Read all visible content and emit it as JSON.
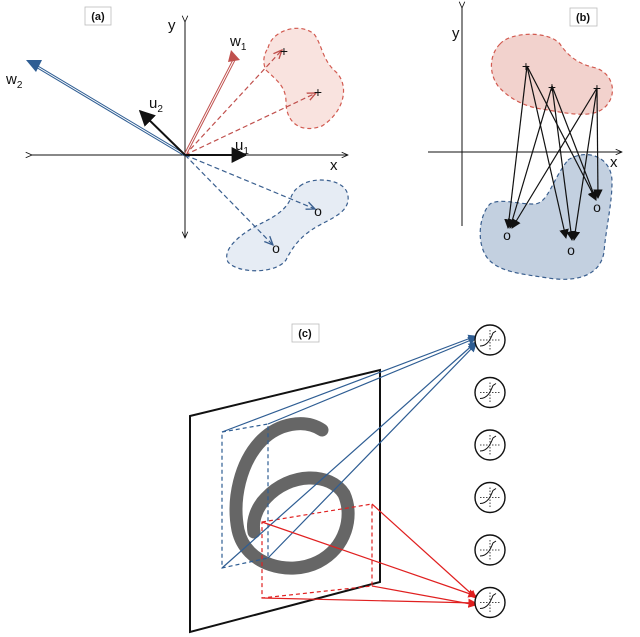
{
  "panel_a": {
    "tag": "(a)",
    "axis_x": "x",
    "axis_y": "y",
    "w1": "w",
    "w1_sub": "1",
    "w2": "w",
    "w2_sub": "2",
    "u1": "u",
    "u1_sub": "1",
    "u2": "u",
    "u2_sub": "2",
    "plus_markers": [
      "+",
      "+"
    ],
    "o_markers": [
      "o",
      "o"
    ]
  },
  "panel_b": {
    "tag": "(b)",
    "axis_x": "x",
    "axis_y": "y",
    "plus_markers": [
      "+",
      "+",
      "+"
    ],
    "o_markers": [
      "o",
      "o",
      "o"
    ]
  },
  "panel_c": {
    "tag": "(c)",
    "neuron_count": 6
  },
  "colors": {
    "red_cluster_fill": "#f9e3df",
    "red_cluster_stroke": "#d25a50",
    "blue_cluster_fill_a": "#e6ecf4",
    "blue_cluster_fill_b": "#c3d0e0",
    "blue_stroke": "#3a5f8f",
    "red_arrow": "#e02020",
    "blue_arrow": "#2e5d93",
    "digit_stroke": "#666666"
  }
}
